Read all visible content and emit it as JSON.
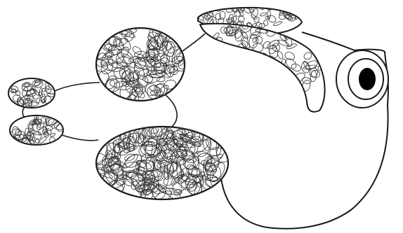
{
  "illustration": {
    "subject": "cartoon-creature",
    "parts": [
      {
        "id": "head-body",
        "icon": "creature-body-outline"
      },
      {
        "id": "eye",
        "icon": "eye-icon"
      },
      {
        "id": "crest",
        "icon": "textured-crest"
      },
      {
        "id": "sac-upper",
        "icon": "textured-sac"
      },
      {
        "id": "sac-lower",
        "icon": "textured-sac"
      },
      {
        "id": "bud-top",
        "icon": "textured-bud"
      },
      {
        "id": "bud-bottom",
        "icon": "textured-bud"
      }
    ],
    "colors": {
      "line": "#1a1a1a",
      "fill": "#ffffff",
      "pupil": "#000000"
    }
  }
}
